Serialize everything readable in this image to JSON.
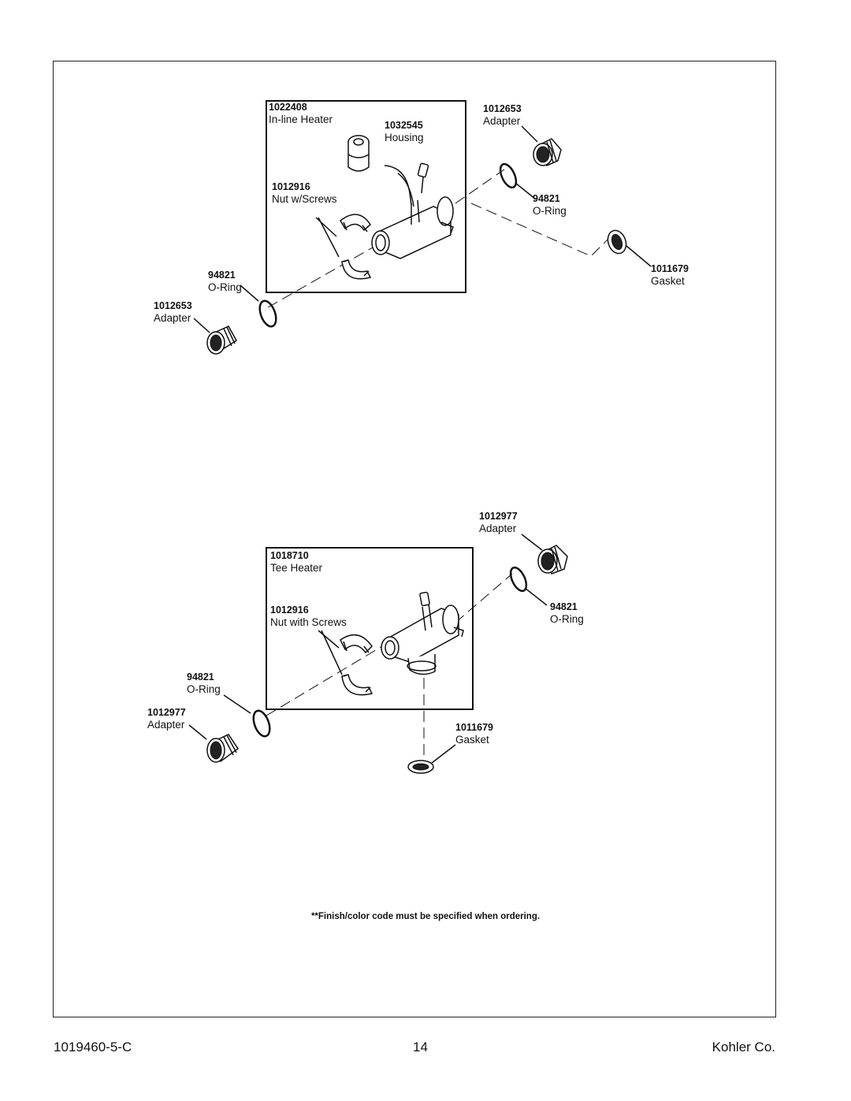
{
  "diagram_top": {
    "kit": {
      "part_number": "1022408",
      "name": "In-line Heater"
    },
    "housing": {
      "part_number": "1032545",
      "name": "Housing"
    },
    "nut": {
      "part_number": "1012916",
      "name": "Nut w/Screws"
    },
    "adapter_right": {
      "part_number": "1012653",
      "name": "Adapter"
    },
    "oring_right": {
      "part_number": "94821",
      "name": "O-Ring"
    },
    "gasket": {
      "part_number": "1011679",
      "name": "Gasket"
    },
    "oring_left": {
      "part_number": "94821",
      "name": "O-Ring"
    },
    "adapter_left": {
      "part_number": "1012653",
      "name": "Adapter"
    }
  },
  "diagram_bottom": {
    "kit": {
      "part_number": "1018710",
      "name": "Tee Heater"
    },
    "nut": {
      "part_number": "1012916",
      "name": "Nut with Screws"
    },
    "adapter_right": {
      "part_number": "1012977",
      "name": "Adapter"
    },
    "oring_right": {
      "part_number": "94821",
      "name": "O-Ring"
    },
    "oring_left": {
      "part_number": "94821",
      "name": "O-Ring"
    },
    "adapter_left": {
      "part_number": "1012977",
      "name": "Adapter"
    },
    "gasket": {
      "part_number": "1011679",
      "name": "Gasket"
    }
  },
  "note": "**Finish/color code must be specified when ordering.",
  "footer": {
    "doc_number": "1019460-5-C",
    "page_number": "14",
    "company": "Kohler Co."
  }
}
